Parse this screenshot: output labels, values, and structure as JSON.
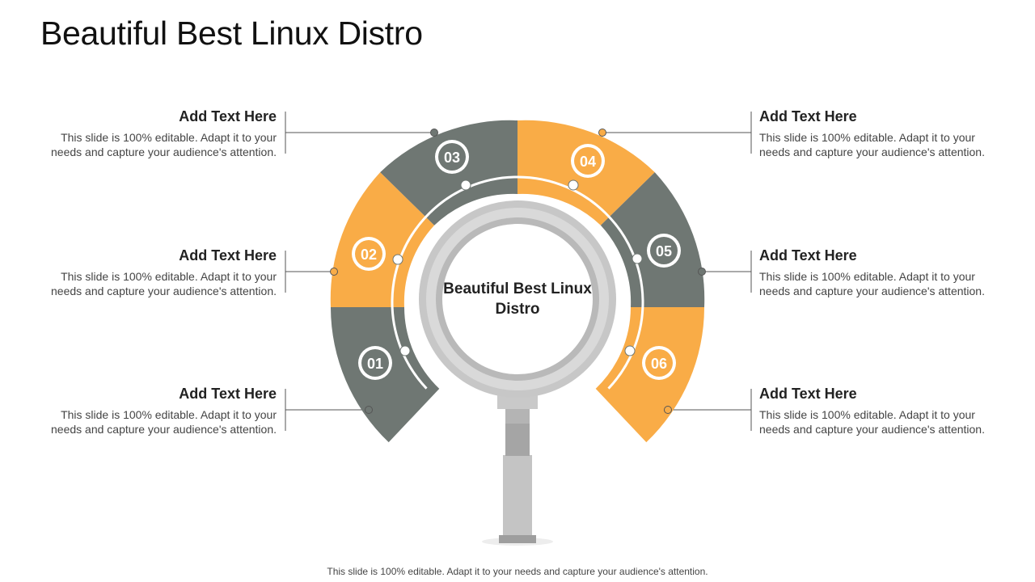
{
  "title": "Beautiful Best Linux Distro",
  "center_label": "Beautiful Best Linux Distro",
  "footer": "This slide is 100% editable. Adapt it to your needs and capture your audience's attention.",
  "colors": {
    "orange": "#F9AC47",
    "gray": "#6F7773",
    "lens_ring": "#C7C7C7",
    "handle": "#BDBDBD",
    "handle_dark": "#A3A3A3"
  },
  "items": [
    {
      "number": "01",
      "heading": "Add Text Here",
      "body": "This slide is 100% editable. Adapt it to your needs and capture your audience's attention."
    },
    {
      "number": "02",
      "heading": "Add Text Here",
      "body": "This slide is 100% editable. Adapt it to your needs and capture your audience's attention."
    },
    {
      "number": "03",
      "heading": "Add Text Here",
      "body": "This slide is 100% editable. Adapt it to your needs and capture your audience's attention."
    },
    {
      "number": "04",
      "heading": "Add Text Here",
      "body": "This slide is 100% editable. Adapt it to your needs and capture your audience's attention."
    },
    {
      "number": "05",
      "heading": "Add Text Here",
      "body": "This slide is 100% editable. Adapt it to your needs and capture your audience's attention."
    },
    {
      "number": "06",
      "heading": "Add Text Here",
      "body": "This slide is 100% editable. Adapt it to your needs and capture your audience's attention."
    }
  ]
}
